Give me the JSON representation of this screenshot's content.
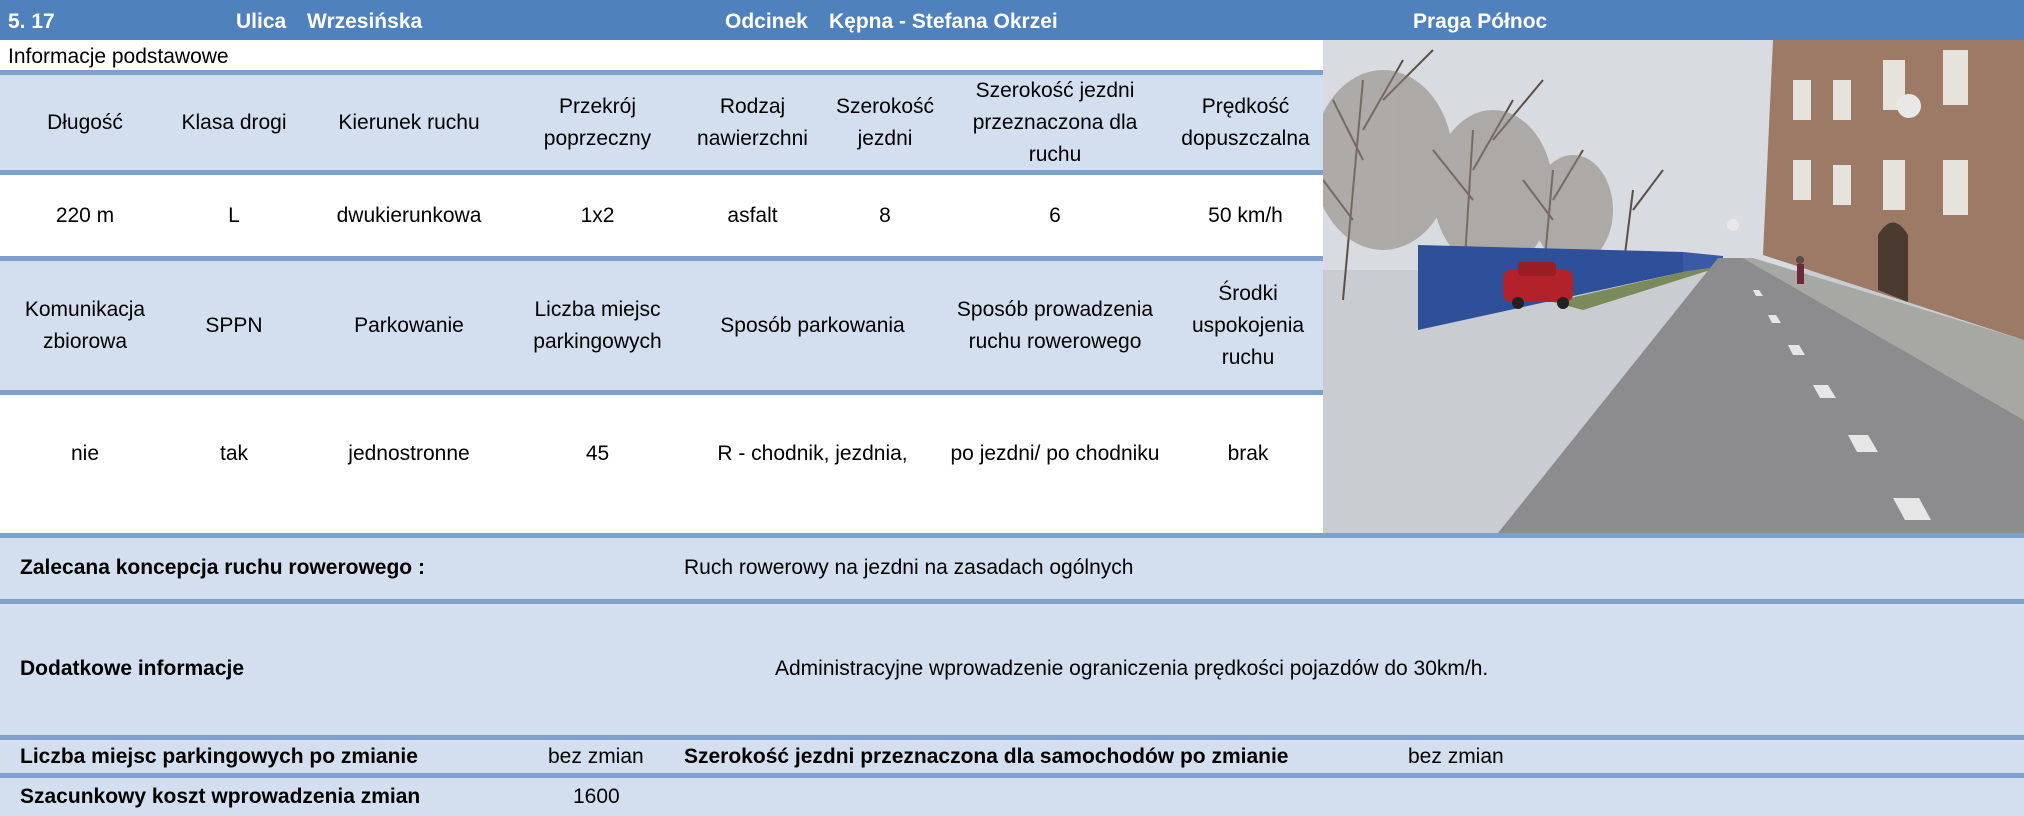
{
  "header": {
    "number": "5. 17",
    "street_label": "Ulica",
    "street_name": "Wrzesińska",
    "segment_label": "Odcinek",
    "segment_name": "Kępna - Stefana Okrzei",
    "district": "Praga Północ"
  },
  "basic_info_title": "Informacje podstawowe",
  "table1": {
    "headers": [
      "Długość",
      "Klasa drogi",
      "Kierunek ruchu",
      "Przekrój poprzeczny",
      "Rodzaj nawierzchni",
      "Szerokość jezdni",
      "Szerokość jezdni przeznaczona dla ruchu",
      "Prędkość dopuszczalna"
    ],
    "values": [
      "220 m",
      "L",
      "dwukierunkowa",
      "1x2",
      "asfalt",
      "8",
      "6",
      "50 km/h"
    ]
  },
  "table2": {
    "headers": [
      "Komunikacja zbiorowa",
      "SPPN",
      "Parkowanie",
      "Liczba miejsc parkingowych",
      "Sposób parkowania",
      "Sposób prowadzenia ruchu rowerowego",
      "Środki uspokojenia ruchu"
    ],
    "values": [
      "nie",
      "tak",
      "jednostronne",
      "45",
      "R - chodnik, jezdnia,",
      "po jezdni/ po chodniku",
      "brak"
    ]
  },
  "recommended": {
    "label": "Zalecana koncepcja ruchu rowerowego :",
    "value": "Ruch rowerowy na jezdni na zasadach ogólnych"
  },
  "additional": {
    "label": "Dodatkowe informacje",
    "value": "Administracyjne wprowadzenie ograniczenia prędkości pojazdów do 30km/h."
  },
  "parking_after": {
    "label": "Liczba miejsc parkingowych po zmianie",
    "value": "bez zmian"
  },
  "width_after": {
    "label": "Szerokość jezdni przeznaczona dla samochodów po zmianie",
    "value": "bez zmian"
  },
  "cost": {
    "label": "Szacunkowy koszt wprowadzenia zmian",
    "value": "1600"
  },
  "colors": {
    "header_bg": "#4f81bd",
    "band_bg": "#d3dfee",
    "rule": "#7f9fcc"
  }
}
